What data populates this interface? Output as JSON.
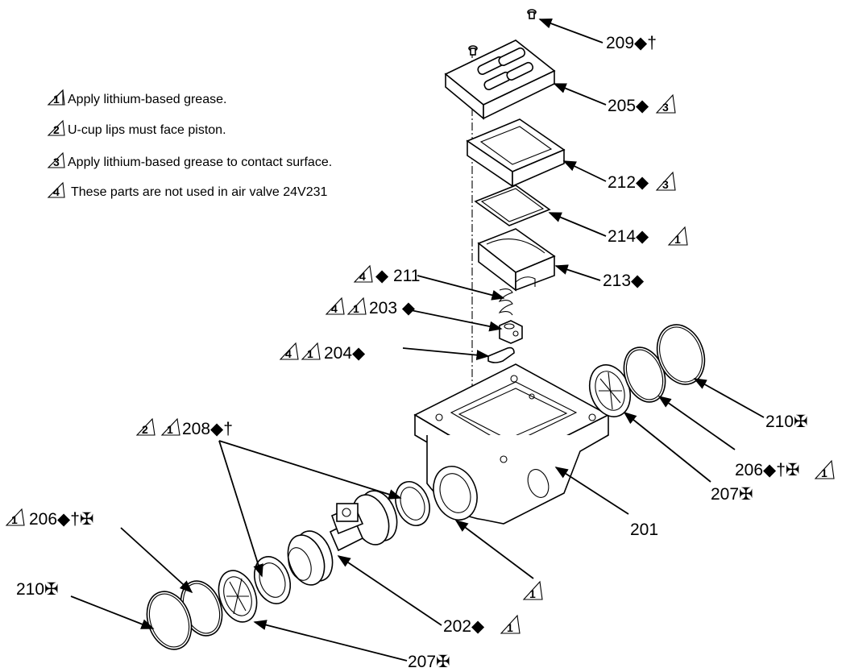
{
  "notes": [
    {
      "num": "1",
      "text": "Apply lithium-based grease."
    },
    {
      "num": "2",
      "text": "U-cup lips must face piston."
    },
    {
      "num": "3",
      "text": "Apply lithium-based grease to contact surface."
    },
    {
      "num": "4",
      "text": "These parts are not used in air valve 24V231"
    }
  ],
  "callouts": {
    "c209": "209◆†",
    "c205": "205◆",
    "c212": "212◆",
    "c214": "214◆",
    "c213": "213◆",
    "c211": "◆ 211",
    "c203": "203 ◆",
    "c204": "204◆",
    "c210r": "210✠",
    "c206r": "206◆†✠",
    "c207r": "207✠",
    "c201": "201",
    "c208": "208◆†",
    "c206l": "206◆†✠",
    "c210l": "210✠",
    "c202": "202◆",
    "c207b": "207✠"
  },
  "triangle_marks": {
    "t1": "1",
    "t2": "2",
    "t3": "3",
    "t4": "4"
  }
}
